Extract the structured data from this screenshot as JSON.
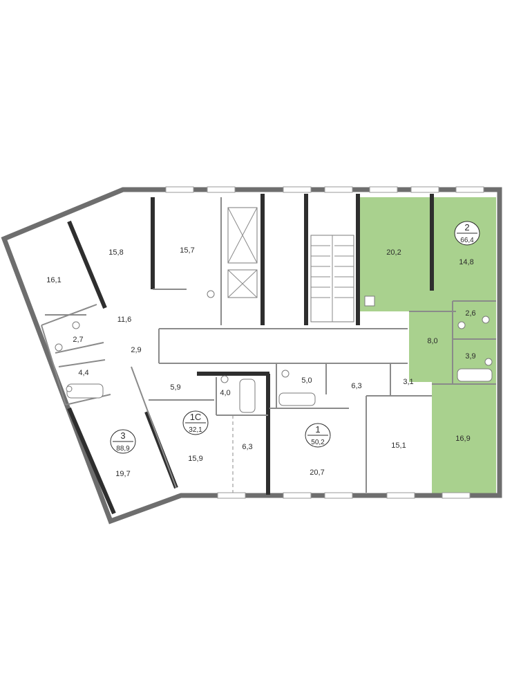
{
  "colors": {
    "highlight": "#a9d18e",
    "wall_outer": "#6e6e6e",
    "wall_dark": "#2e2e2e",
    "text": "#2b2b2b"
  },
  "apartments": {
    "a3": {
      "number": "3",
      "area": "88,9"
    },
    "a1c": {
      "number": "1С",
      "area": "32,1"
    },
    "a1": {
      "number": "1",
      "area": "50,2"
    },
    "a2": {
      "number": "2",
      "area": "66,4"
    }
  },
  "rooms": {
    "r16_1": "16,1",
    "r15_8": "15,8",
    "r15_7": "15,7",
    "r11_6": "11,6",
    "r2_7": "2,7",
    "r4_4": "4,4",
    "r2_9": "2,9",
    "r19_7": "19,7",
    "r5_9": "5,9",
    "r4_0": "4,0",
    "r15_9": "15,9",
    "r6_3a": "6,3",
    "r5_0": "5,0",
    "r6_3b": "6,3",
    "r3_1": "3,1",
    "r20_7": "20,7",
    "r15_1": "15,1",
    "r20_2": "20,2",
    "r14_8": "14,8",
    "r2_6": "2,6",
    "r8_0": "8,0",
    "r3_9": "3,9",
    "r16_9": "16,9"
  }
}
